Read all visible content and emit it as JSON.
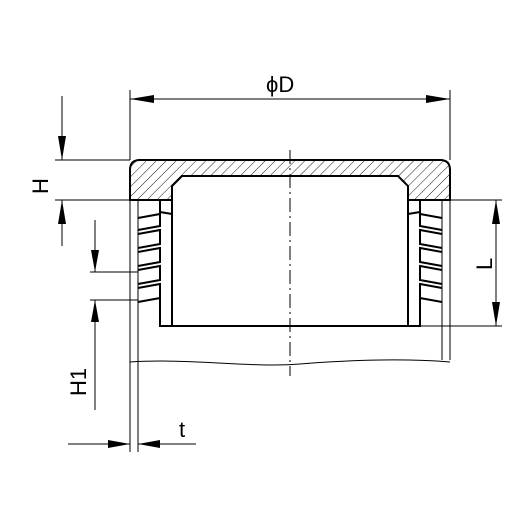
{
  "labels": {
    "diameter": "ϕD",
    "height": "H",
    "height_1": "H1",
    "length": "L",
    "thickness": "t"
  }
}
